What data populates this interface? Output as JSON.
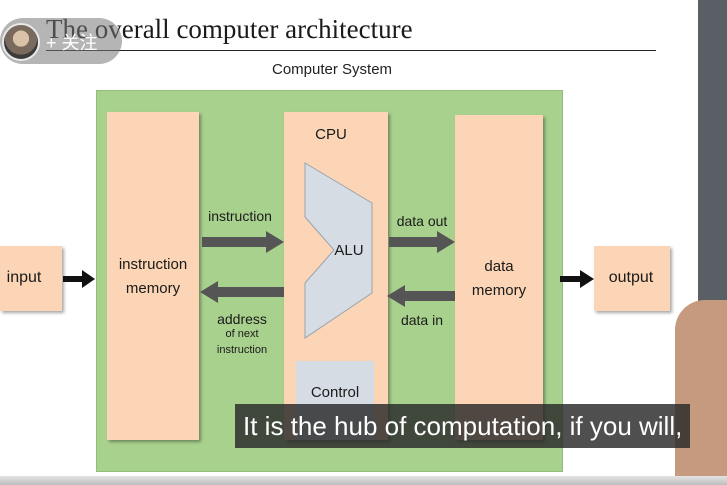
{
  "follow": {
    "label": "+ 关注"
  },
  "slide": {
    "title": "The overall computer architecture",
    "system_label": "Computer System",
    "input": "input",
    "output": "output",
    "instruction_memory": [
      "instruction",
      "memory"
    ],
    "cpu": "CPU",
    "alu": "ALU",
    "control": "Control",
    "data_memory": [
      "data",
      "memory"
    ],
    "instruction_arrow": "instruction",
    "address_arrow": [
      "address",
      "of next",
      "instruction"
    ],
    "data_out": "data out",
    "data_in": "data in"
  },
  "subtitle": "It is the hub of computation, if you will,",
  "colors": {
    "system_bg": "#a9d18e",
    "block_bg": "#fbd5b5",
    "alu_bg": "#d6dce4",
    "arrow": "#555555"
  }
}
